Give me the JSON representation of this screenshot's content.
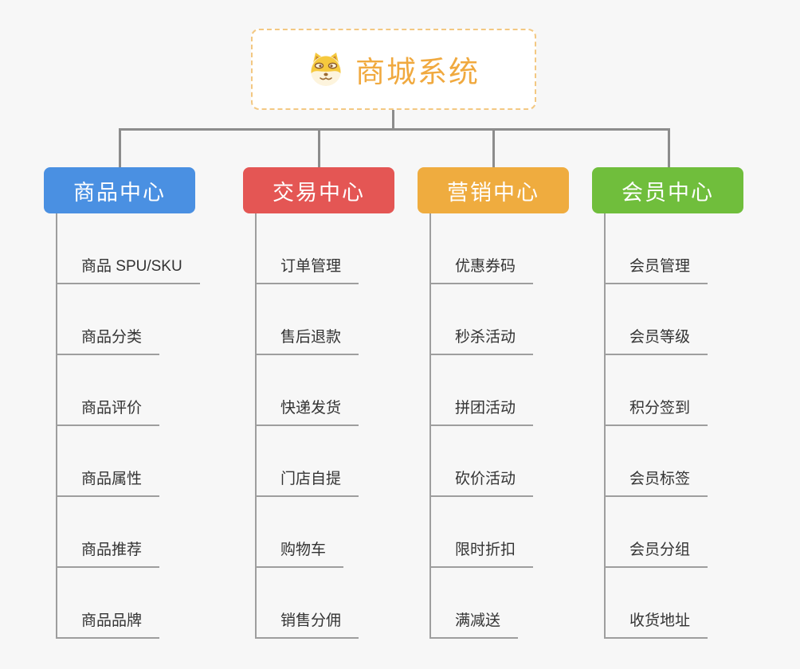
{
  "page": {
    "background_color": "#f7f7f7",
    "connector_color": "#8c8c8c"
  },
  "root": {
    "label": "商城系统",
    "icon": "dog-face-icon",
    "text_color": "#f0a93f",
    "border_color": "#f3c882"
  },
  "branches": [
    {
      "label": "商品中心",
      "color": "#4a90e2",
      "children": [
        "商品 SPU/SKU",
        "商品分类",
        "商品评价",
        "商品属性",
        "商品推荐",
        "商品品牌"
      ]
    },
    {
      "label": "交易中心",
      "color": "#e45654",
      "children": [
        "订单管理",
        "售后退款",
        "快递发货",
        "门店自提",
        "购物车",
        "销售分佣"
      ]
    },
    {
      "label": "营销中心",
      "color": "#efac3f",
      "children": [
        "优惠券码",
        "秒杀活动",
        "拼团活动",
        "砍价活动",
        "限时折扣",
        "满减送"
      ]
    },
    {
      "label": "会员中心",
      "color": "#70be3c",
      "children": [
        "会员管理",
        "会员等级",
        "积分签到",
        "会员标签",
        "会员分组",
        "收货地址"
      ]
    }
  ]
}
